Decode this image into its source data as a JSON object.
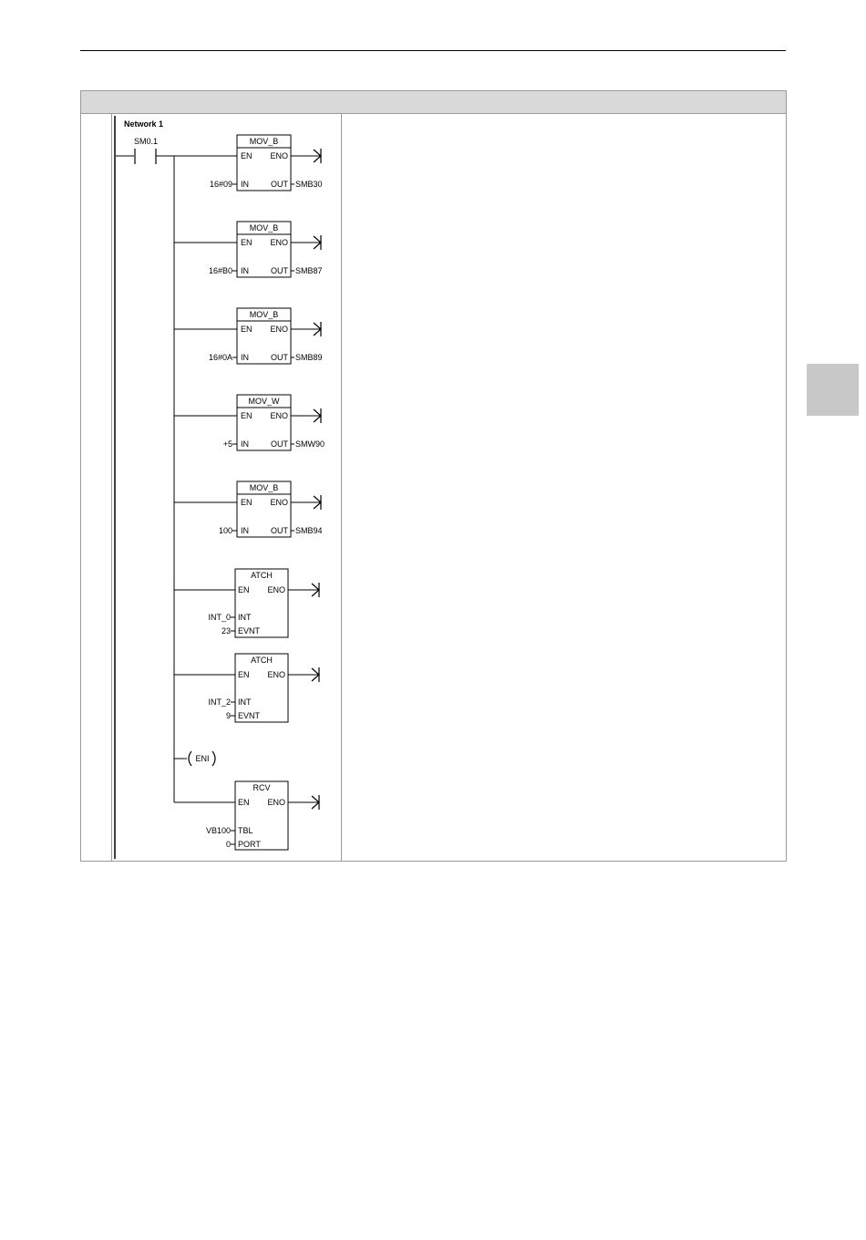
{
  "network_title": "Network 1",
  "contact": "SM0.1",
  "enable_label": "EN",
  "eno_label": "ENO",
  "in_label": "IN",
  "out_label": "OUT",
  "blocks": [
    {
      "name": "MOV_B",
      "input": "16#09",
      "output": "SMB30"
    },
    {
      "name": "MOV_B",
      "input": "16#B0",
      "output": "SMB87"
    },
    {
      "name": "MOV_B",
      "input": "16#0A",
      "output": "SMB89"
    },
    {
      "name": "MOV_W",
      "input": "+5",
      "output": "SMW90"
    },
    {
      "name": "MOV_B",
      "input": "100",
      "output": "SMB94"
    }
  ],
  "attach_blocks": [
    {
      "name": "ATCH",
      "pins": [
        "INT",
        "EVNT"
      ],
      "values": [
        "INT_0",
        "23"
      ]
    },
    {
      "name": "ATCH",
      "pins": [
        "INT",
        "EVNT"
      ],
      "values": [
        "INT_2",
        "9"
      ]
    }
  ],
  "eni_coil": "ENI",
  "rcv_block": {
    "name": "RCV",
    "pins": [
      "TBL",
      "PORT"
    ],
    "values": [
      "VB100",
      "0"
    ]
  }
}
